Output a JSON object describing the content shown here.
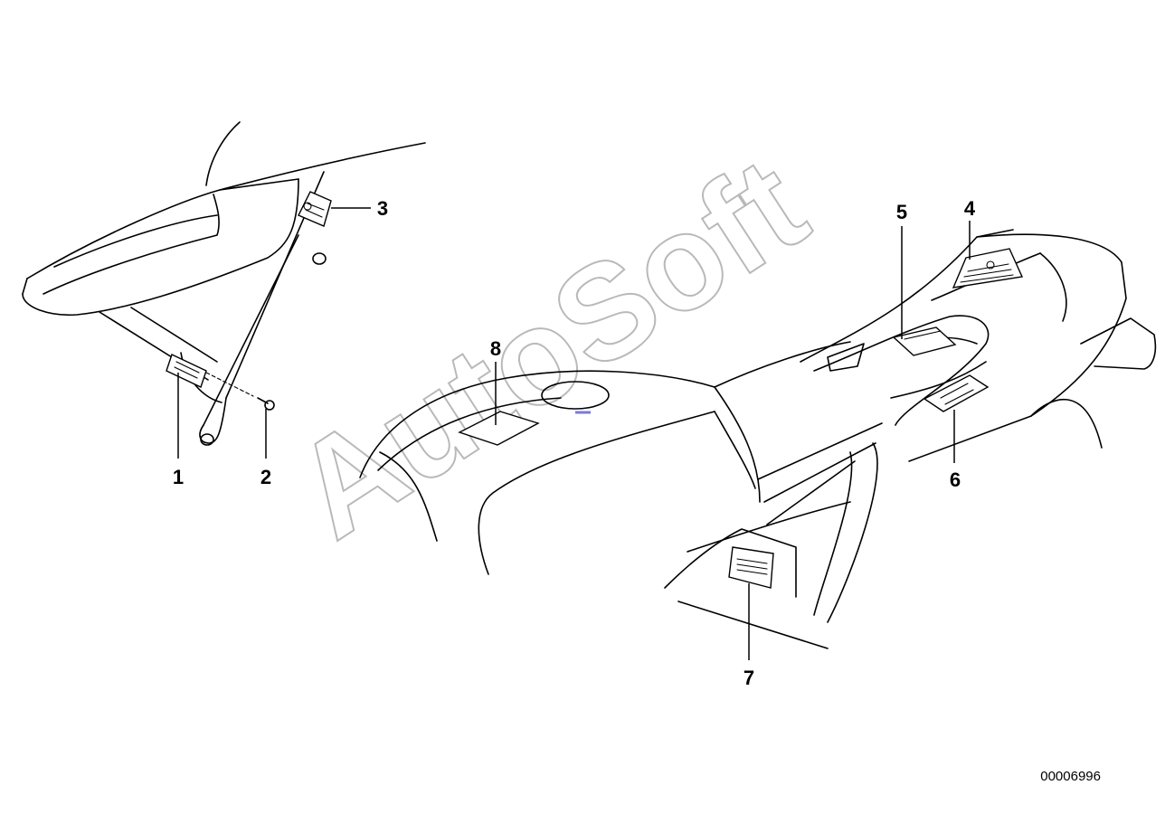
{
  "callouts": [
    "1",
    "2",
    "3",
    "4",
    "5",
    "6",
    "7",
    "8"
  ],
  "document_number": "00006996",
  "watermark": "AutoSoft",
  "colors": {
    "line": "#000000",
    "watermark": "#b9b9b9",
    "marker": "#7a7adb"
  }
}
